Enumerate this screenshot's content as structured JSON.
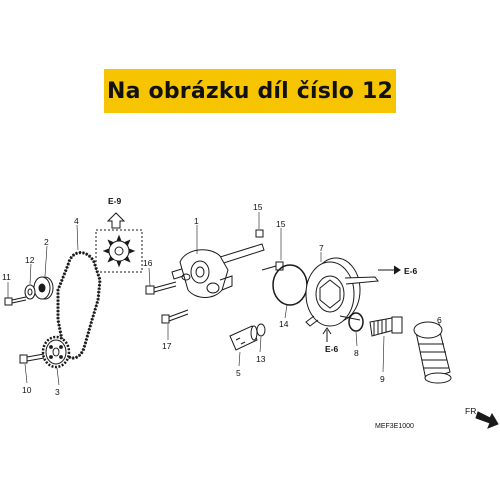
{
  "banner": {
    "text": "Na obrázku díl číslo 12"
  },
  "callouts": {
    "n1": "1",
    "n2": "2",
    "n3": "3",
    "n4": "4",
    "n5": "5",
    "n6": "6",
    "n7": "7",
    "n8": "8",
    "n9": "9",
    "n10": "10",
    "n11": "11",
    "n12": "12",
    "n13": "13",
    "n14": "14",
    "n15a": "15",
    "n15b": "15",
    "n16": "16",
    "n17": "17"
  },
  "references": {
    "e9": "E-9",
    "e6_right": "E-6",
    "e6_lower": "E-6"
  },
  "direction_label": "FR.",
  "diagram_code": "MEF3E1000",
  "colors": {
    "banner_bg": "#f6c400",
    "line": "#1a1a1a"
  }
}
